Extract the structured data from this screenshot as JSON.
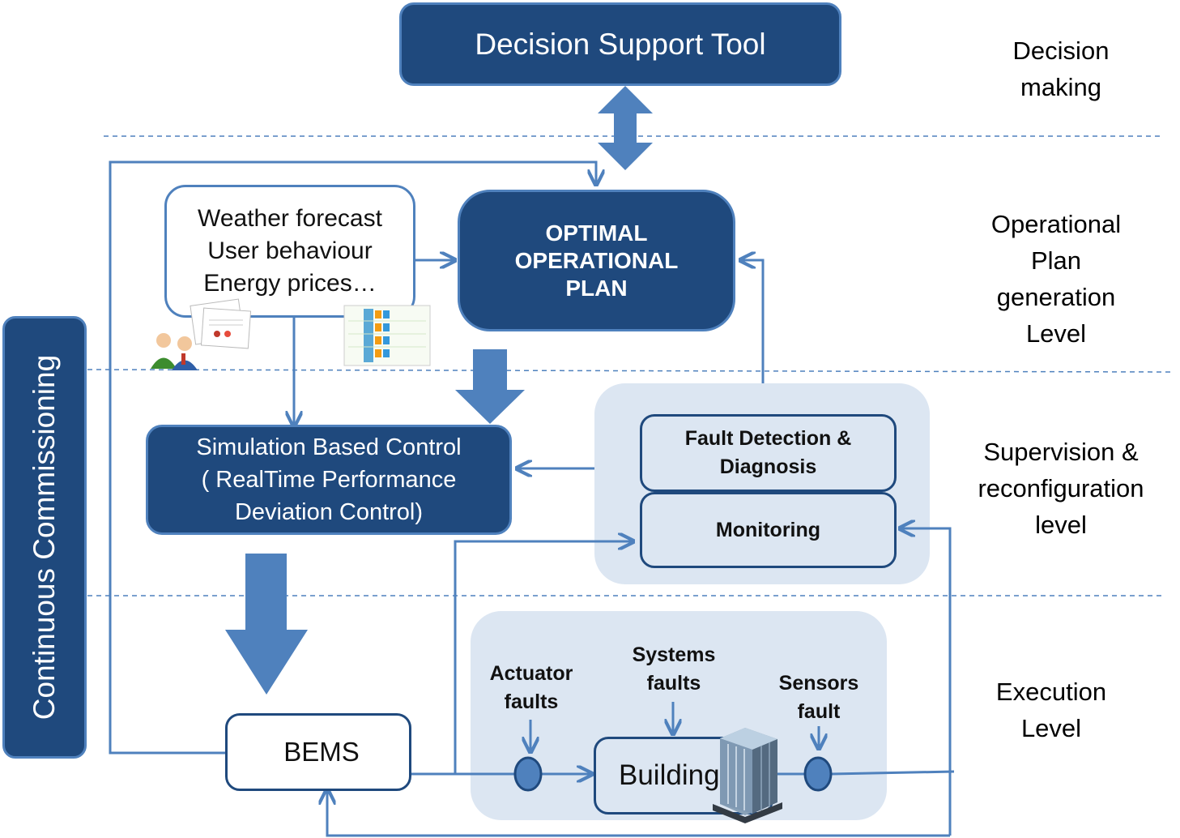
{
  "boxes": {
    "decision_support": "Decision Support Tool",
    "optimal_plan": "OPTIMAL\nOPERATIONAL\nPLAN",
    "inputs": "Weather  forecast\nUser  behaviour\nEnergy  prices…",
    "simulation_control": "Simulation  Based  Control\n( RealTime  Performance\nDeviation  Control)",
    "fault_detection": "Fault Detection &\nDiagnosis",
    "monitoring": "Monitoring",
    "bems": "BEMS",
    "building": "Building"
  },
  "side_bar": "Continuous Commissioning",
  "levels": {
    "decision": "Decision\nmaking",
    "operational": "Operational\nPlan\ngeneration\nLevel",
    "supervision": "Supervision &\nreconfiguration\nlevel",
    "execution": "Execution\nLevel"
  },
  "faults": {
    "actuator": "Actuator\nfaults",
    "systems": "Systems\nfaults",
    "sensors": "Sensors\nfault"
  },
  "colors": {
    "dark_blue": "#1f497d",
    "mid_blue": "#4f81bd",
    "panel": "#dce6f2"
  }
}
